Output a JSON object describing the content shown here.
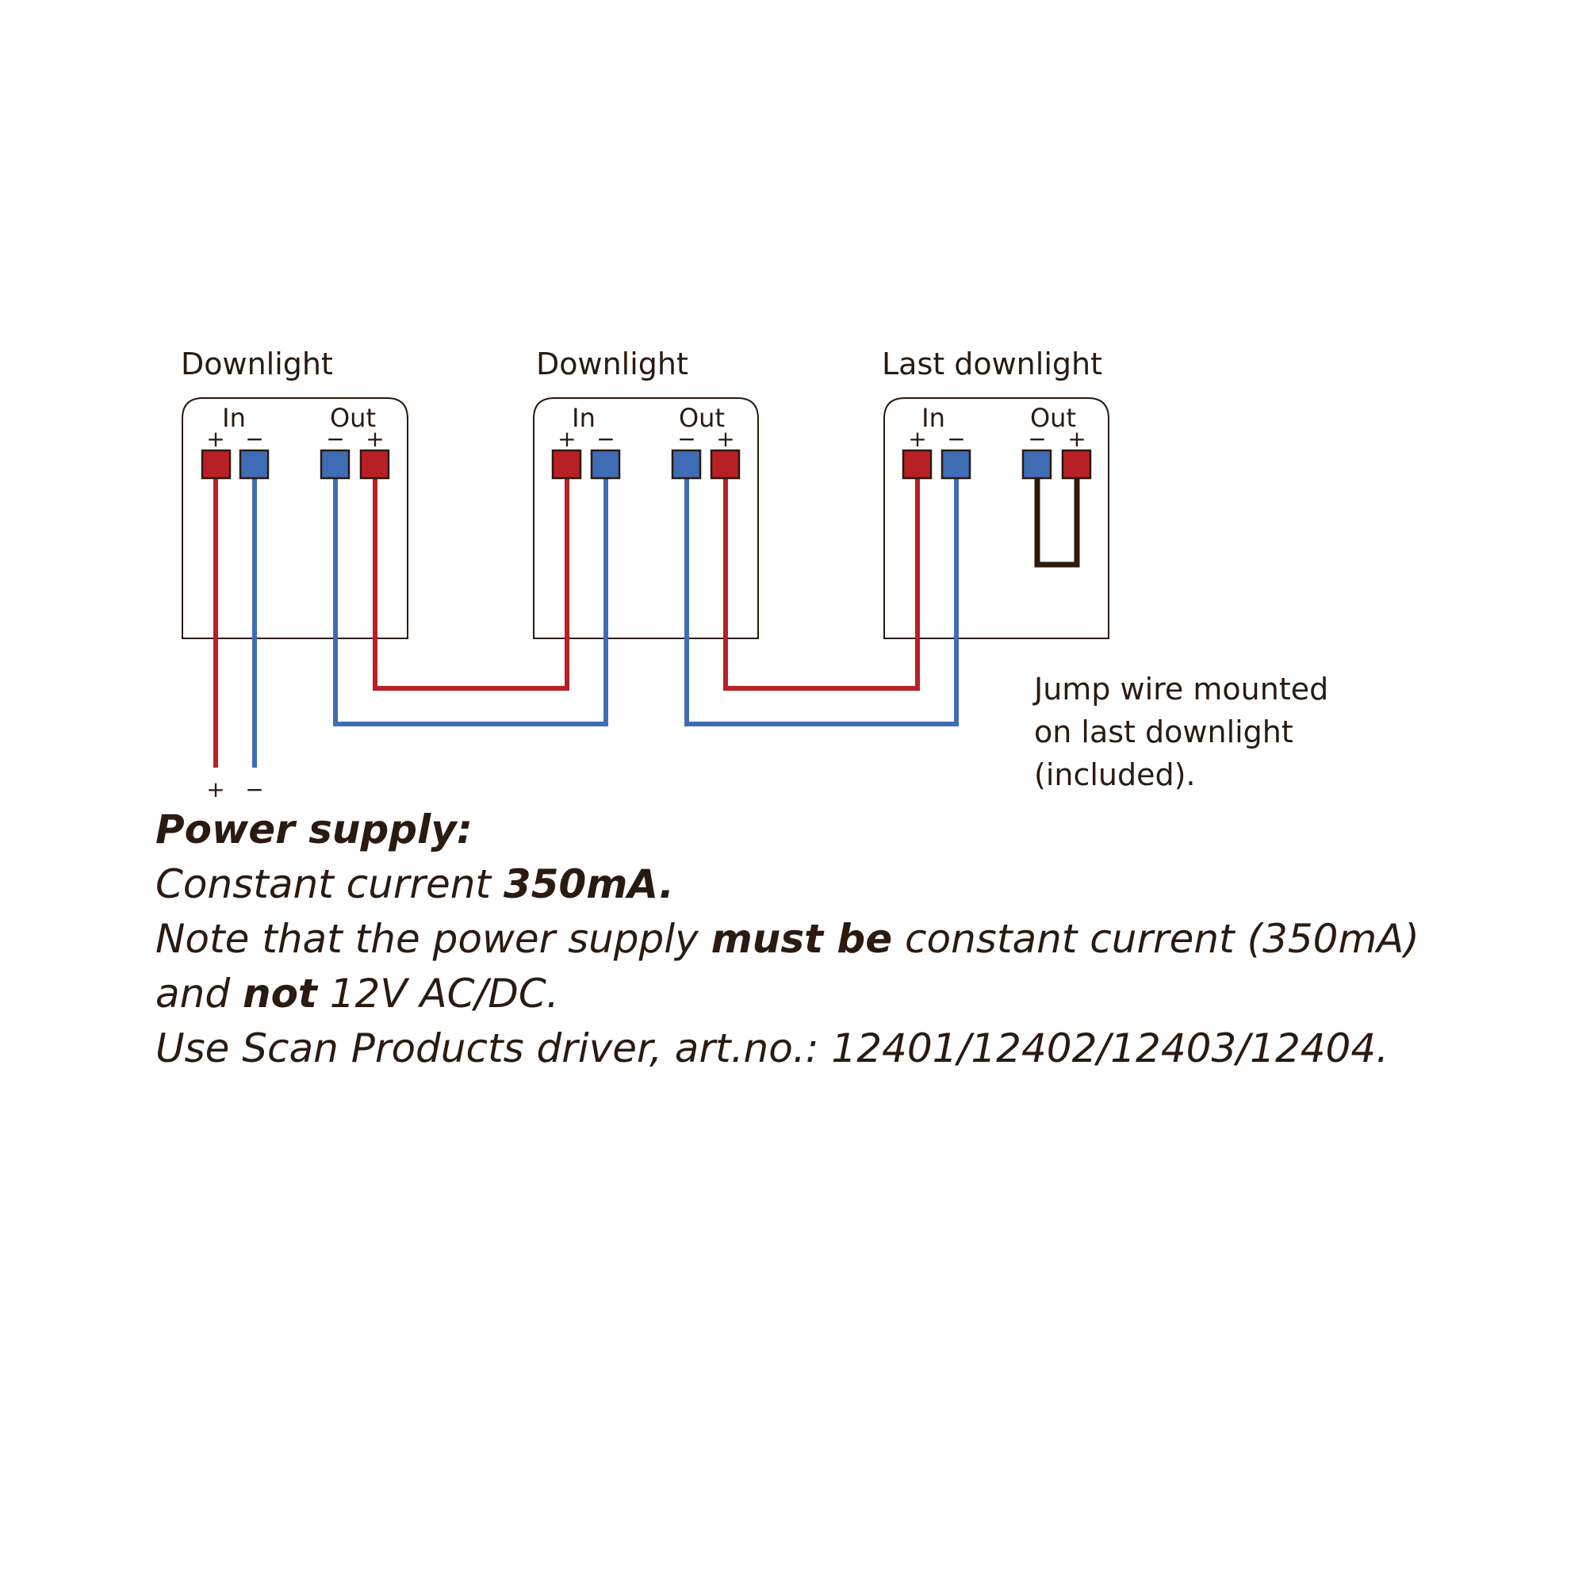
{
  "units": [
    {
      "title": "Downlight",
      "in_label": "In",
      "out_label": "Out"
    },
    {
      "title": "Downlight",
      "in_label": "In",
      "out_label": "Out"
    },
    {
      "title": "Last downlight",
      "in_label": "In",
      "out_label": "Out"
    }
  ],
  "symbols": {
    "plus": "+",
    "minus": "−"
  },
  "colors": {
    "positive": "#b82025",
    "negative": "#3f6db5",
    "outline": "#2a1a10",
    "jump_wire": "#2a1a10"
  },
  "jump_note": [
    "Jump wire mounted",
    "on last downlight",
    "(included)."
  ],
  "power_supply": {
    "heading": "Power supply:",
    "line1_prefix": "Constant current ",
    "line1_bold": "350mA.",
    "line2_prefix": "Note that the power supply ",
    "line2_bold": "must be",
    "line2_suffix": " constant current (350mA)",
    "line3_prefix": "and ",
    "line3_bold": "not",
    "line3_suffix": " 12V AC/DC.",
    "line4": "Use Scan Products driver, art.no.: 12401/12402/12403/12404."
  }
}
